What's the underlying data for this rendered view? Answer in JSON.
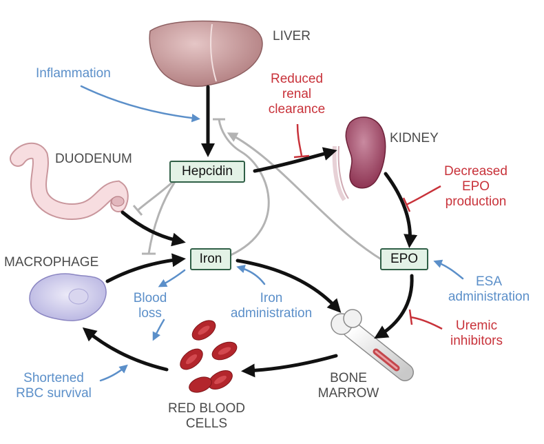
{
  "organs": {
    "liver": "LIVER",
    "kidney": "KIDNEY",
    "duodenum": "DUODENUM",
    "macrophage": "MACROPHAGE",
    "bone_marrow": [
      "BONE",
      "MARROW"
    ],
    "rbc": [
      "RED BLOOD",
      "CELLS"
    ]
  },
  "boxes": {
    "hepcidin": "Hepcidin",
    "iron": "Iron",
    "epo": "EPO"
  },
  "inputs": {
    "inflammation": "Inflammation",
    "blood_loss": [
      "Blood",
      "loss"
    ],
    "iron_admin": [
      "Iron",
      "administration"
    ],
    "esa_admin": [
      "ESA",
      "administration"
    ],
    "shortened_rbc": [
      "Shortened",
      "RBC survival"
    ]
  },
  "inhibitors": {
    "reduced_renal": [
      "Reduced",
      "renal",
      "clearance"
    ],
    "decreased_epo": [
      "Decreased",
      "EPO",
      "production"
    ],
    "uremic": [
      "Uremic",
      "inhibitors"
    ]
  },
  "colors": {
    "blue": "#5b8fc9",
    "red": "#c8323a",
    "box_fill": "#e3f2e6",
    "box_border": "#2f5f46",
    "inhibit_gray": "#b3b3b3"
  }
}
